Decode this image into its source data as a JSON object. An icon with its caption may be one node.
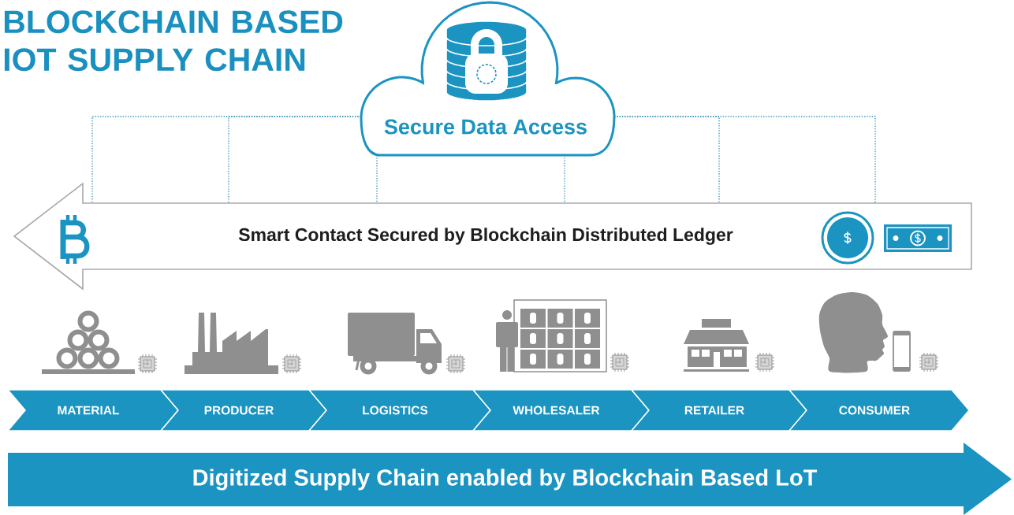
{
  "diagram": {
    "title": "BLOCKCHAIN BASED IOT SUPPLY CHAIN",
    "nodes": [
      {
        "text": [
          "Secure Data Access"
        ]
      },
      {
        "text": [
          "Smart Contact Secured by Blockchain Distributed Ledger"
        ]
      },
      {
        "text": [
          "MATERIAL"
        ]
      },
      {
        "text": [
          "PRODUCER"
        ]
      },
      {
        "text": [
          "LOGISTICS"
        ]
      },
      {
        "text": [
          "WHOLESALER"
        ]
      },
      {
        "text": [
          "RETAILER"
        ]
      },
      {
        "text": [
          "CONSUMER"
        ]
      },
      {
        "text": [
          "Digitized Supply Chain enabled by Blockchain Based LoT"
        ]
      }
    ],
    "edges": [
      {
        "from": 0,
        "to": 1,
        "arrow": "none",
        "style": "dashed"
      },
      {
        "from": 0,
        "to": 1,
        "arrow": "none",
        "style": "dashed"
      },
      {
        "from": 0,
        "to": 1,
        "arrow": "none",
        "style": "dashed"
      },
      {
        "from": 0,
        "to": 1,
        "arrow": "none",
        "style": "dashed"
      },
      {
        "from": 0,
        "to": 1,
        "arrow": "none",
        "style": "dashed"
      },
      {
        "from": 0,
        "to": 1,
        "arrow": "none",
        "style": "dashed"
      }
    ]
  }
}
